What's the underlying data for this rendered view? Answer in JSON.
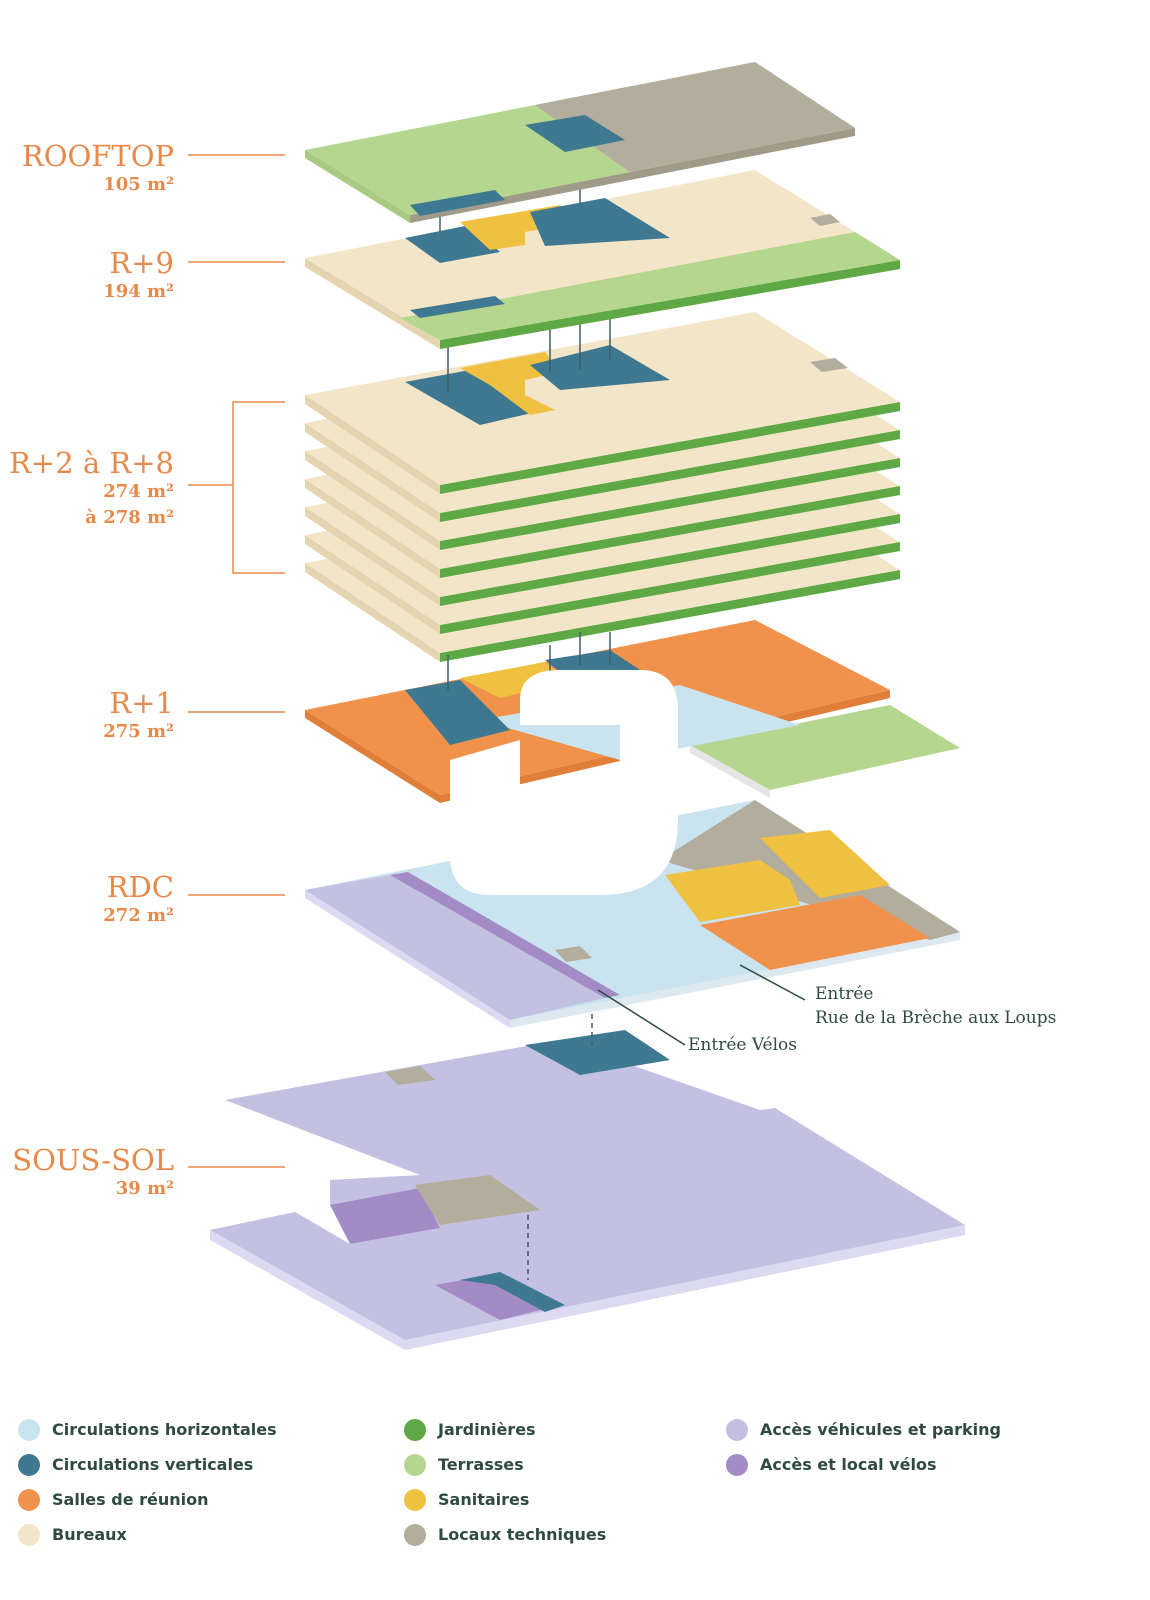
{
  "floors": [
    {
      "name": "ROOFTOP",
      "area": "105 m²"
    },
    {
      "name": "R+9",
      "area": "194 m²"
    },
    {
      "name": "R+2 à R+8",
      "area": "274 m²",
      "area2": "à 278 m²"
    },
    {
      "name": "R+1",
      "area": "275 m²"
    },
    {
      "name": "RDC",
      "area": "272 m²"
    },
    {
      "name": "SOUS-SOL",
      "area": "39 m²"
    }
  ],
  "annotations": {
    "entree_title": "Entrée",
    "entree_street": "Rue de la Brèche aux Loups",
    "entree_velos": "Entrée Vélos"
  },
  "legend": [
    {
      "label": "Circulations horizontales",
      "color": "#c9e3ef"
    },
    {
      "label": "Circulations verticales",
      "color": "#3f7891"
    },
    {
      "label": "Salles de réunion",
      "color": "#f0924b"
    },
    {
      "label": "Bureaux",
      "color": "#f3e6c8"
    },
    {
      "label": "Jardinières",
      "color": "#5ea846"
    },
    {
      "label": "Terrasses",
      "color": "#b5d68e"
    },
    {
      "label": "Sanitaires",
      "color": "#f0c040"
    },
    {
      "label": "Locaux techniques",
      "color": "#b3ad9d"
    },
    {
      "label": "Accès véhicules et parking",
      "color": "#c3c0e2"
    },
    {
      "label": "Accès et local vélos",
      "color": "#a38cc6"
    }
  ],
  "colors": {
    "label": "#e8894a",
    "text": "#2f4a3e"
  }
}
